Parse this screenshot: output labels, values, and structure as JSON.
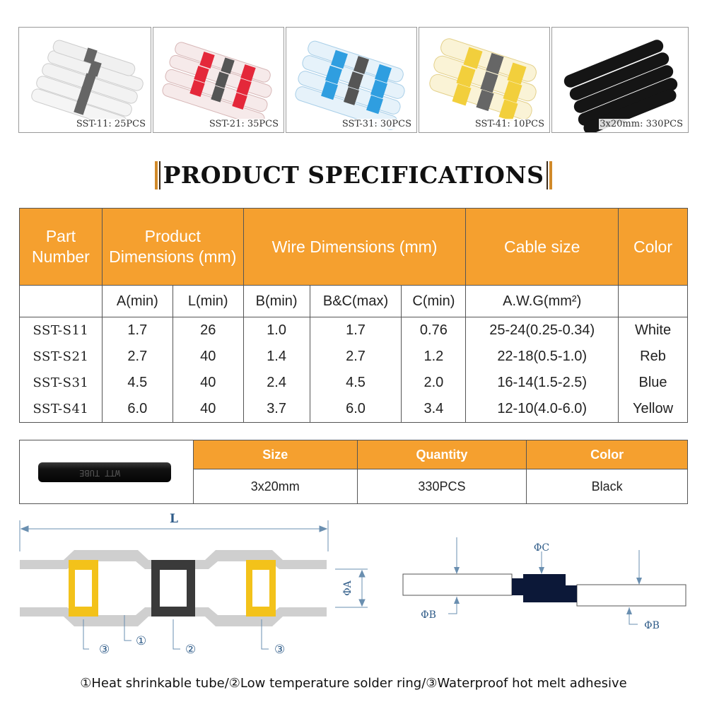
{
  "photos": [
    {
      "label": "SST-11: 25PCS",
      "color": "#e8e8e8"
    },
    {
      "label": "SST-21: 35PCS",
      "color": "#e8323e"
    },
    {
      "label": "SST-31: 30PCS",
      "color": "#3fa6e4"
    },
    {
      "label": "SST-41: 10PCS",
      "color": "#f3d54a"
    },
    {
      "label": "3x20mm: 330PCS",
      "color": "#141414"
    }
  ],
  "heading": "PRODUCT SPECIFICATIONS",
  "spec_table": {
    "headers": {
      "part_number": "Part Number",
      "product_dimensions": "Product Dimensions (mm)",
      "wire_dimensions": "Wire Dimensions (mm)",
      "cable_size": "Cable size",
      "color": "Color"
    },
    "subheaders": [
      "A(min)",
      "L(min)",
      "B(min)",
      "B&C(max)",
      "C(min)",
      "A.W.G(mm²)"
    ],
    "rows": [
      {
        "part": "SST-S11",
        "a": "1.7",
        "l": "26",
        "b": "1.0",
        "bc": "1.7",
        "c": "0.76",
        "awg": "25-24(0.25-0.34)",
        "color": "White"
      },
      {
        "part": "SST-S21",
        "a": "2.7",
        "l": "40",
        "b": "1.4",
        "bc": "2.7",
        "c": "1.2",
        "awg": "22-18(0.5-1.0)",
        "color": "Reb"
      },
      {
        "part": "SST-S31",
        "a": "4.5",
        "l": "40",
        "b": "2.4",
        "bc": "4.5",
        "c": "2.0",
        "awg": "16-14(1.5-2.5)",
        "color": "Blue"
      },
      {
        "part": "SST-S41",
        "a": "6.0",
        "l": "40",
        "b": "3.7",
        "bc": "6.0",
        "c": "3.4",
        "awg": "12-10(4.0-6.0)",
        "color": "Yellow"
      }
    ],
    "header_color": "#f5a02f"
  },
  "tube_table": {
    "headers": {
      "size": "Size",
      "quantity": "Quantity",
      "color": "Color"
    },
    "values": {
      "size": "3x20mm",
      "quantity": "330PCS",
      "color": "Black"
    },
    "tube_print": "WTT TUBE"
  },
  "diagram": {
    "length_label": "L",
    "phi_a": "ΦA",
    "phi_b": "ΦB",
    "phi_c": "ΦC",
    "callouts": {
      "c3a": "③",
      "c1": "①",
      "c2": "②",
      "c3b": "③"
    },
    "caption": "①Heat shrinkable tube/②Low temperature solder ring/③Waterproof hot melt adhesive"
  }
}
